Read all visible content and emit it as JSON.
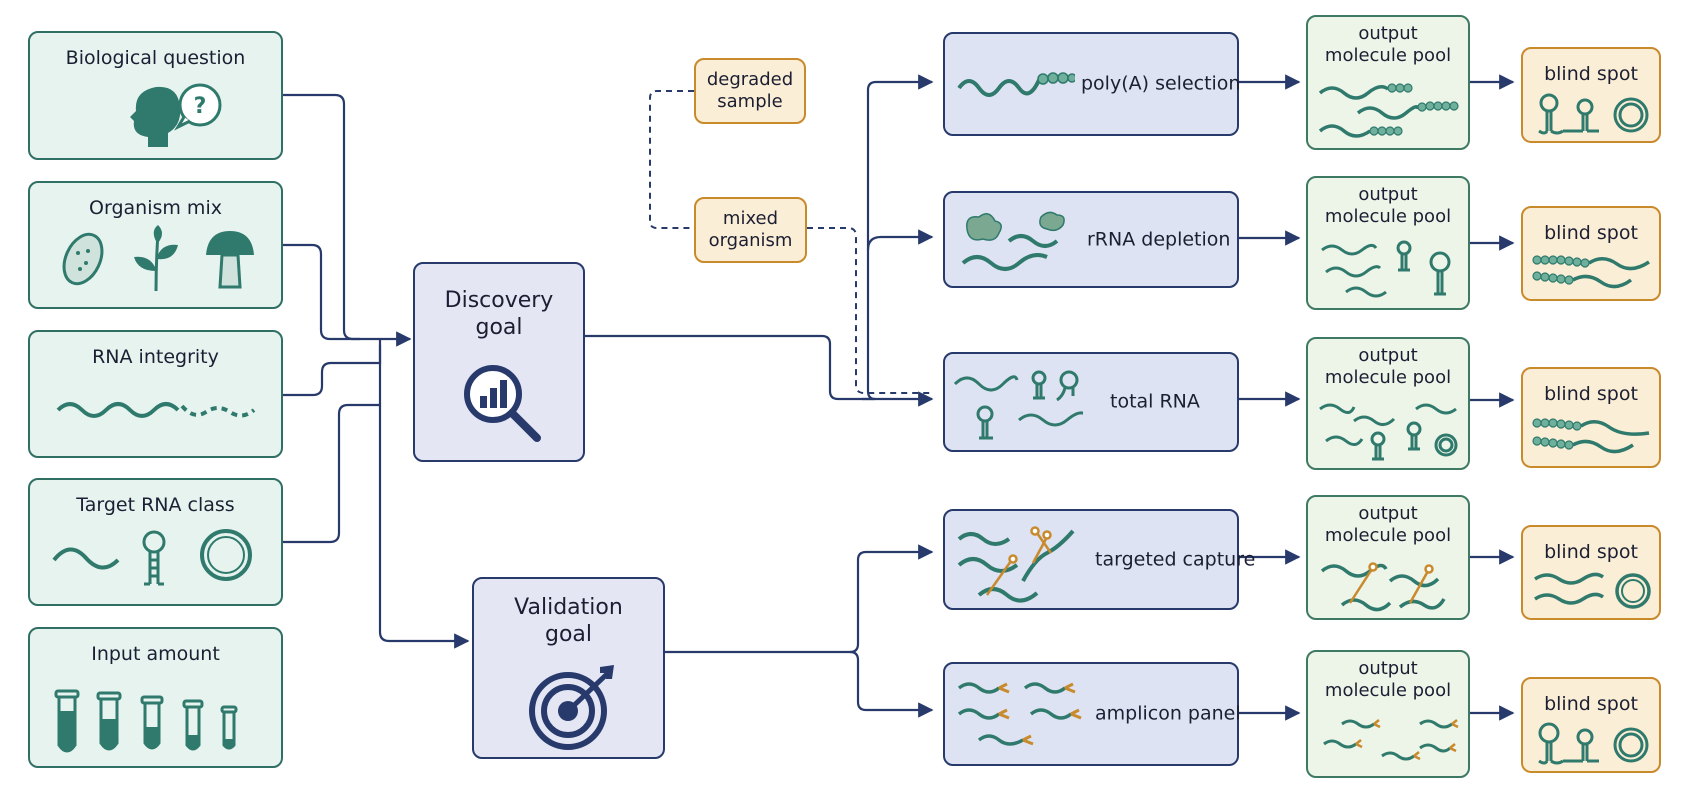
{
  "inputs": {
    "biological_question": "Biological question",
    "organism_mix": "Organism mix",
    "rna_integrity": "RNA integrity",
    "target_rna_class": "Target RNA class",
    "input_amount": "Input amount"
  },
  "goals": {
    "discovery": [
      "Discovery",
      "goal"
    ],
    "validation": [
      "Validation",
      "goal"
    ]
  },
  "conditions": {
    "degraded": [
      "degraded",
      "sample"
    ],
    "mixed": [
      "mixed",
      "organism"
    ]
  },
  "methods": {
    "polya": "poly(A) selection",
    "rrna": "rRNA depletion",
    "total": "total RNA",
    "capture": "targeted capture",
    "amplicon": "amplicon panel"
  },
  "pool_label": [
    "output",
    "molecule pool"
  ],
  "blind_label": "blind spot",
  "icons": {
    "question": "head-question-icon",
    "bacterium": "bacterium-icon",
    "plant": "plant-icon",
    "mushroom": "mushroom-icon",
    "rna_wave": "rna-wave-icon",
    "hairpin": "rna-hairpin-icon",
    "circular": "circular-rna-icon",
    "tube": "tube-icon",
    "magnifier": "magnifier-chart-icon",
    "target": "target-icon"
  },
  "colors": {
    "navy": "#273a6b",
    "teal": "#2f7a6c",
    "orange": "#c98a2c",
    "input_fill": "#e6f3ef",
    "method_fill": "#dde3f2",
    "pool_fill": "#edf4e8",
    "blind_fill": "#fbeed6"
  }
}
